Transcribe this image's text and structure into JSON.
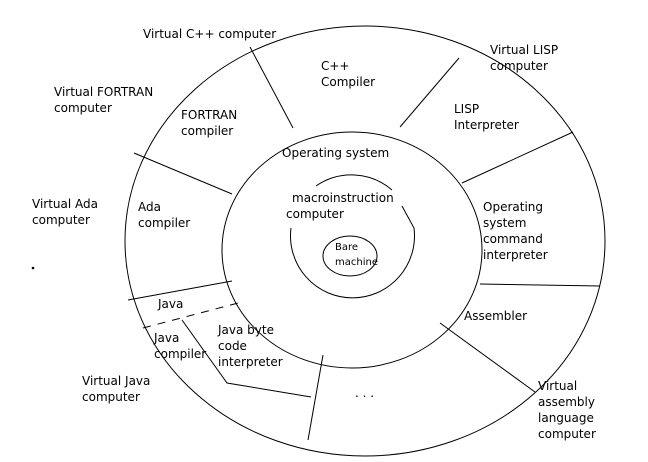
{
  "title": "Virtual computers layered diagram",
  "outer_ring": [
    "Virtual C++ computer",
    "Virtual LISP computer",
    "Virtual FORTRAN computer",
    "Virtual Ada computer",
    "Virtual Java computer",
    "Virtual assembly language computer"
  ],
  "middle_ring": {
    "cpp": [
      "C++",
      "Compiler"
    ],
    "lisp": [
      "LISP",
      "Interpreter"
    ],
    "fortran": [
      "FORTRAN",
      "compiler"
    ],
    "ada": [
      "Ada",
      "compiler"
    ],
    "os_cmd": [
      "Operating",
      "system",
      "command",
      "interpreter"
    ],
    "assembler": "Assembler",
    "java": "Java",
    "java_compiler": [
      "Java",
      "compiler"
    ],
    "java_bytecode": [
      "Java byte",
      "code",
      "interpreter"
    ],
    "ellipsis": ". . ."
  },
  "os": "Operating system",
  "macro": [
    "macroinstruction",
    "computer"
  ],
  "bare": [
    "Bare",
    "machine"
  ]
}
